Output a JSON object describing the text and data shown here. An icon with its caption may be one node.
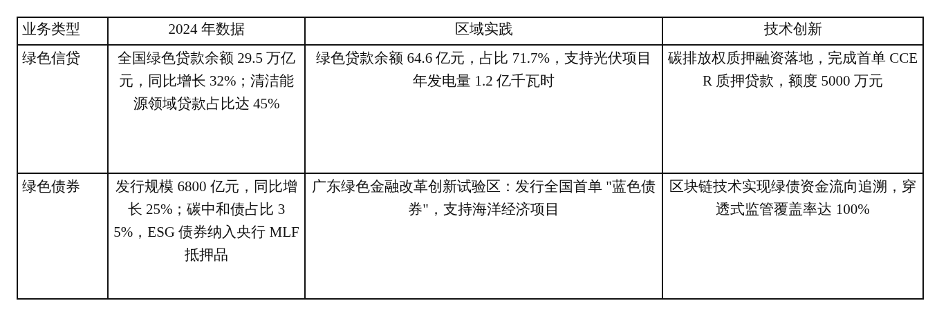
{
  "diagram": {
    "labels": [
      "业务类型",
      "2024 年数据",
      "区域实践",
      "技术创新",
      "绿色信贷",
      "全国绿色贷款余额 29.5 万亿元，同比增长 32%；清洁能源领域贷款占比达 45%",
      "绿色贷款余额 64.6 亿元，占比 71.7%，支持光伏项目年发电量 1.2 亿千瓦时",
      "碳排放权质押融资落地，完成首单 CCER 质押贷款，额度 5000 万元",
      "绿色债券",
      "发行规模 6800 亿元，同比增长 25%；碳中和债占比 35%，ESG 债券纳入央行 MLF 抵押品",
      "广东绿色金融改革创新试验区：发行全国首单 \"蓝色债券\"，支持海洋经济项目",
      "区块链技术实现绿债资金流向追溯，穿透式监管覆盖率达 100%"
    ]
  }
}
